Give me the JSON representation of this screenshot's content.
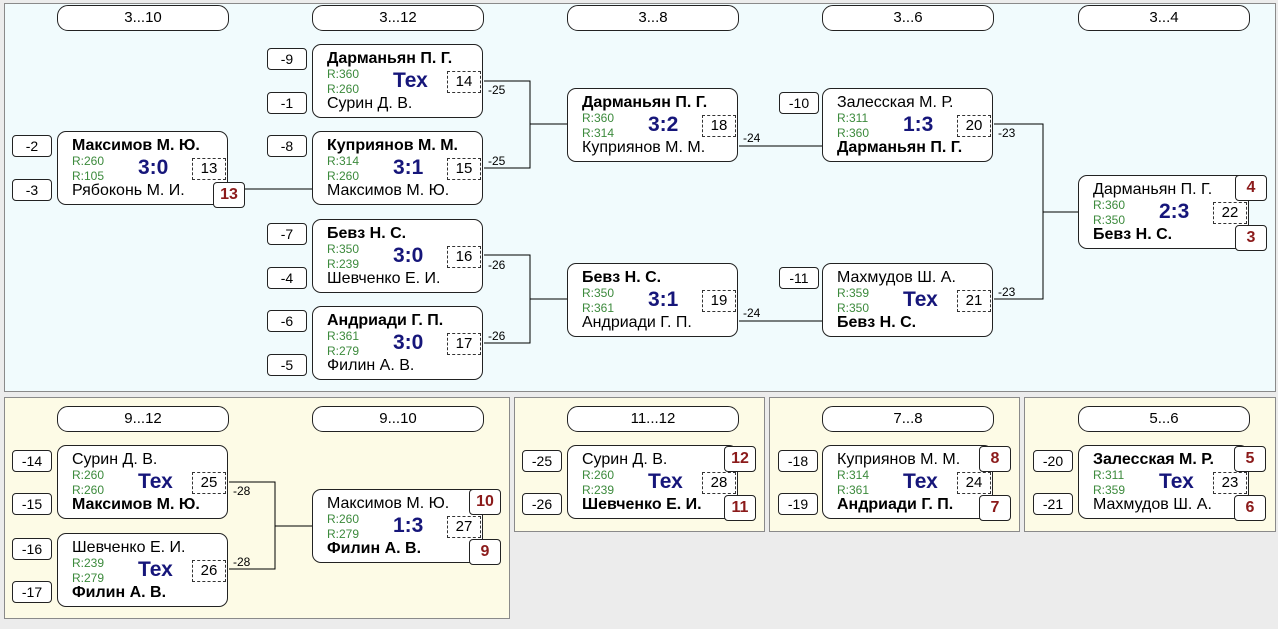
{
  "headers": {
    "h1": "3...10",
    "h2": "3...12",
    "h3": "3...8",
    "h4": "3...6",
    "h5": "3...4",
    "h6": "9...12",
    "h7": "9...10",
    "h8": "11...12",
    "h9": "7...8",
    "h10": "5...6"
  },
  "seeds": {
    "s9": "-9",
    "s1": "-1",
    "s8": "-8",
    "s2": "-2",
    "s3": "-3",
    "s7": "-7",
    "s4": "-4",
    "s6": "-6",
    "s5": "-5",
    "s10": "-10",
    "s11": "-11",
    "s14": "-14",
    "s15": "-15",
    "s16": "-16",
    "s17": "-17",
    "s25": "-25",
    "s26": "-26",
    "s18": "-18",
    "s19": "-19",
    "s20": "-20",
    "s21": "-21"
  },
  "matches": {
    "m13": {
      "p1": "Максимов М. Ю.",
      "r1": "R:260",
      "r2": "R:105",
      "p2": "Рябоконь М. И.",
      "score": "3:0",
      "num": "13"
    },
    "m14": {
      "p1": "Дарманьян П. Г.",
      "r1": "R:360",
      "r2": "R:260",
      "p2": "Сурин Д. В.",
      "score": "Тех",
      "num": "14"
    },
    "m15": {
      "p1": "Куприянов М. М.",
      "r1": "R:314",
      "r2": "R:260",
      "p2": "Максимов М. Ю.",
      "score": "3:1",
      "num": "15"
    },
    "m16": {
      "p1": "Бевз Н. С.",
      "r1": "R:350",
      "r2": "R:239",
      "p2": "Шевченко Е. И.",
      "score": "3:0",
      "num": "16"
    },
    "m17": {
      "p1": "Андриади Г. П.",
      "r1": "R:361",
      "r2": "R:279",
      "p2": "Филин А. В.",
      "score": "3:0",
      "num": "17"
    },
    "m18": {
      "p1": "Дарманьян П. Г.",
      "r1": "R:360",
      "r2": "R:314",
      "p2": "Куприянов М. М.",
      "score": "3:2",
      "num": "18"
    },
    "m19": {
      "p1": "Бевз Н. С.",
      "r1": "R:350",
      "r2": "R:361",
      "p2": "Андриади Г. П.",
      "score": "3:1",
      "num": "19"
    },
    "m20": {
      "p1": "Залесская М. Р.",
      "r1": "R:311",
      "r2": "R:360",
      "p2": "Дарманьян П. Г.",
      "score": "1:3",
      "num": "20"
    },
    "m21": {
      "p1": "Махмудов Ш. А.",
      "r1": "R:359",
      "r2": "R:350",
      "p2": "Бевз Н. С.",
      "score": "Тех",
      "num": "21"
    },
    "m22": {
      "p1": "Дарманьян П. Г.",
      "r1": "R:360",
      "r2": "R:350",
      "p2": "Бевз Н. С.",
      "score": "2:3",
      "num": "22"
    },
    "m25": {
      "p1": "Сурин Д. В.",
      "r1": "R:260",
      "r2": "R:260",
      "p2": "Максимов М. Ю.",
      "score": "Тех",
      "num": "25"
    },
    "m26": {
      "p1": "Шевченко Е. И.",
      "r1": "R:239",
      "r2": "R:279",
      "p2": "Филин А. В.",
      "score": "Тех",
      "num": "26"
    },
    "m27": {
      "p1": "Максимов М. Ю.",
      "r1": "R:260",
      "r2": "R:279",
      "p2": "Филин А. В.",
      "score": "1:3",
      "num": "27"
    },
    "m28": {
      "p1": "Сурин Д. В.",
      "r1": "R:260",
      "r2": "R:239",
      "p2": "Шевченко Е. И.",
      "score": "Тех",
      "num": "28"
    },
    "m24": {
      "p1": "Куприянов М. М.",
      "r1": "R:314",
      "r2": "R:361",
      "p2": "Андриади Г. П.",
      "score": "Тех",
      "num": "24"
    },
    "m23": {
      "p1": "Залесская М. Р.",
      "r1": "R:311",
      "r2": "R:359",
      "p2": "Махмудов Ш. А.",
      "score": "Тех",
      "num": "23"
    }
  },
  "places": {
    "m13": "13",
    "m22a": "4",
    "m22b": "3",
    "m27a": "10",
    "m27b": "9",
    "m28a": "12",
    "m28b": "11",
    "m24a": "8",
    "m24b": "7",
    "m23a": "5",
    "m23b": "6"
  },
  "links": {
    "l25a": "-25",
    "l25b": "-25",
    "l26a": "-26",
    "l26b": "-26",
    "l24a": "-24",
    "l24b": "-24",
    "l23a": "-23",
    "l23b": "-23",
    "l28a": "-28",
    "l28b": "-28"
  }
}
